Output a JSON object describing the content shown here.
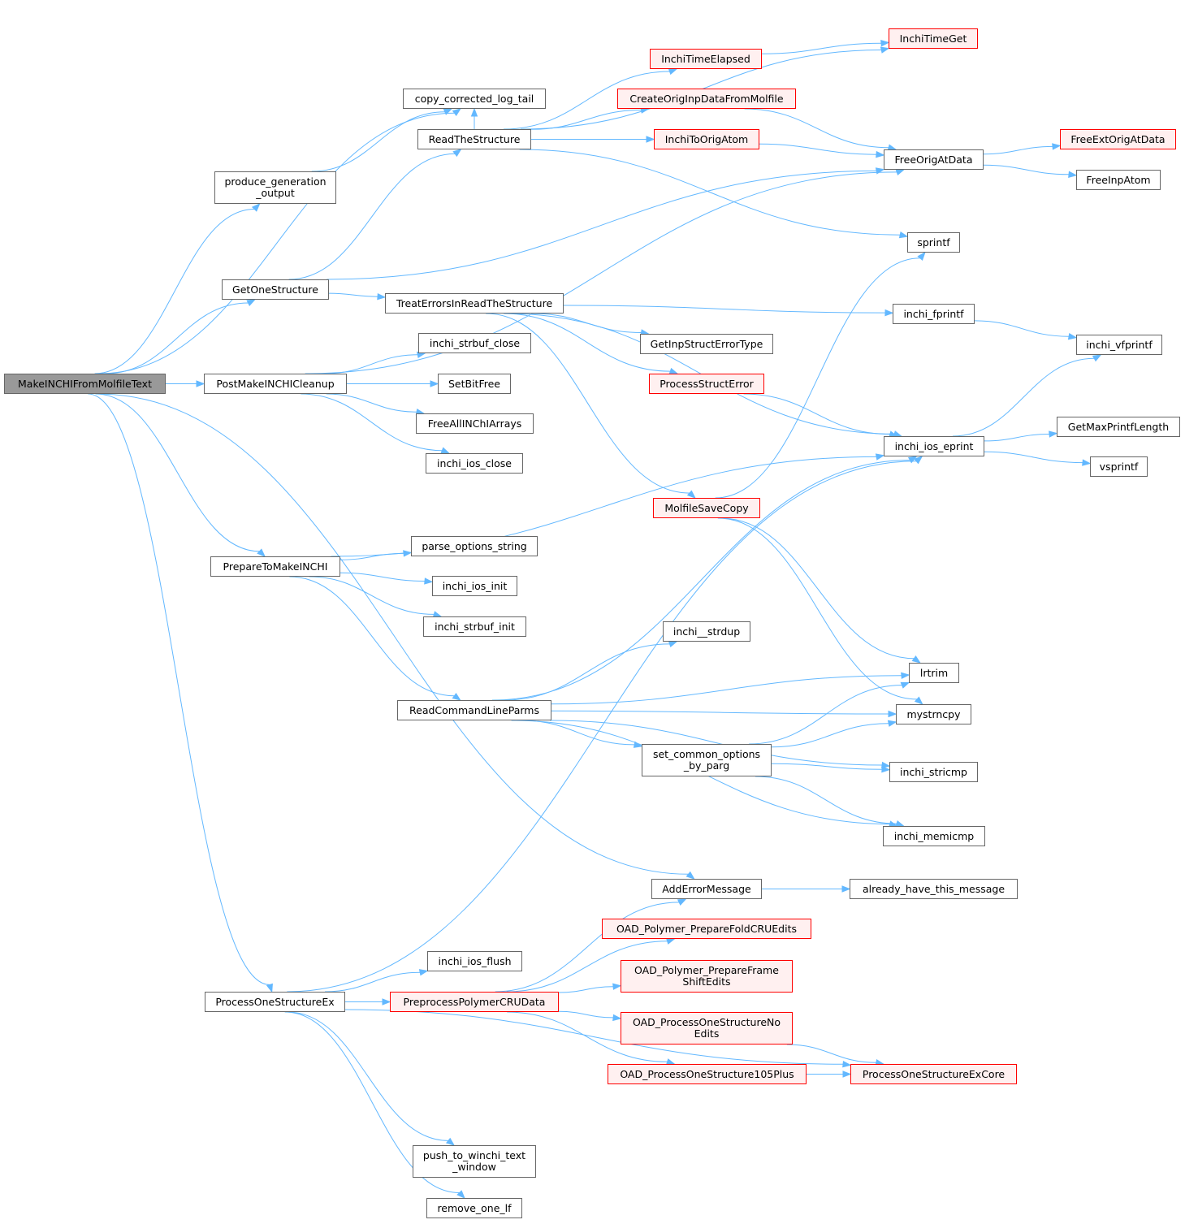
{
  "colors": {
    "edge": "#63b8ff",
    "node_border": "#666666",
    "root_fill": "#999999",
    "red_border": "#ff0000",
    "red_fill": "#fff0f0"
  },
  "nodes": {
    "MakeINCHIFromMolfileText": "MakeINCHIFromMolfileText",
    "copy_corrected_log_tail": "copy_corrected_log_tail",
    "produce_generation_output": "produce_generation\n_output",
    "GetOneStructure": "GetOneStructure",
    "PostMakeINCHICleanup": "PostMakeINCHICleanup",
    "PrepareToMakeINCHI": "PrepareToMakeINCHI",
    "AddErrorMessage": "AddErrorMessage",
    "ProcessOneStructureEx": "ProcessOneStructureEx",
    "ReadTheStructure": "ReadTheStructure",
    "TreatErrorsInReadTheStructure": "TreatErrorsInReadTheStructure",
    "inchi_strbuf_close": "inchi_strbuf_close",
    "SetBitFree": "SetBitFree",
    "FreeAllINChIArrays": "FreeAllINChIArrays",
    "inchi_ios_close": "inchi_ios_close",
    "parse_options_string": "parse_options_string",
    "inchi_ios_init": "inchi_ios_init",
    "inchi_strbuf_init": "inchi_strbuf_init",
    "ReadCommandLineParms": "ReadCommandLineParms",
    "inchi_ios_flush": "inchi_ios_flush",
    "PreprocessPolymerCRUData": "PreprocessPolymerCRUData",
    "push_to_winchi_text_window": "push_to_winchi_text\n_window",
    "remove_one_lf": "remove_one_lf",
    "InchiTimeElapsed": "InchiTimeElapsed",
    "CreateOrigInpDataFromMolfile": "CreateOrigInpDataFromMolfile",
    "InchiToOrigAtom": "InchiToOrigAtom",
    "GetInpStructErrorType": "GetInpStructErrorType",
    "ProcessStructError": "ProcessStructError",
    "MolfileSaveCopy": "MolfileSaveCopy",
    "inchi__strdup": "inchi__strdup",
    "set_common_options_by_parg": "set_common_options\n_by_parg",
    "OAD_Polymer_PrepareFoldCRUEdits": "OAD_Polymer_PrepareFoldCRUEdits",
    "OAD_Polymer_PrepareFrameShiftEdits": "OAD_Polymer_PrepareFrame\nShiftEdits",
    "OAD_ProcessOneStructureNoEdits": "OAD_ProcessOneStructureNo\nEdits",
    "OAD_ProcessOneStructure105Plus": "OAD_ProcessOneStructure105Plus",
    "InchiTimeGet": "InchiTimeGet",
    "FreeOrigAtData": "FreeOrigAtData",
    "sprintf": "sprintf",
    "inchi_fprintf": "inchi_fprintf",
    "inchi_ios_eprint": "inchi_ios_eprint",
    "lrtrim": "lrtrim",
    "mystrncpy": "mystrncpy",
    "inchi_stricmp": "inchi_stricmp",
    "inchi_memicmp": "inchi_memicmp",
    "already_have_this_message": "already_have_this_message",
    "ProcessOneStructureExCore": "ProcessOneStructureExCore",
    "FreeExtOrigAtData": "FreeExtOrigAtData",
    "FreeInpAtom": "FreeInpAtom",
    "inchi_vfprintf": "inchi_vfprintf",
    "GetMaxPrintfLength": "GetMaxPrintfLength",
    "vsprintf": "vsprintf"
  },
  "edges": [
    [
      "MakeINCHIFromMolfileText",
      "copy_corrected_log_tail"
    ],
    [
      "MakeINCHIFromMolfileText",
      "produce_generation_output"
    ],
    [
      "MakeINCHIFromMolfileText",
      "GetOneStructure"
    ],
    [
      "MakeINCHIFromMolfileText",
      "PostMakeINCHICleanup"
    ],
    [
      "MakeINCHIFromMolfileText",
      "PrepareToMakeINCHI"
    ],
    [
      "MakeINCHIFromMolfileText",
      "AddErrorMessage"
    ],
    [
      "MakeINCHIFromMolfileText",
      "ProcessOneStructureEx"
    ],
    [
      "produce_generation_output",
      "copy_corrected_log_tail"
    ],
    [
      "GetOneStructure",
      "ReadTheStructure"
    ],
    [
      "GetOneStructure",
      "FreeOrigAtData"
    ],
    [
      "GetOneStructure",
      "TreatErrorsInReadTheStructure"
    ],
    [
      "PostMakeINCHICleanup",
      "FreeOrigAtData"
    ],
    [
      "PostMakeINCHICleanup",
      "inchi_strbuf_close"
    ],
    [
      "PostMakeINCHICleanup",
      "SetBitFree"
    ],
    [
      "PostMakeINCHICleanup",
      "FreeAllINChIArrays"
    ],
    [
      "PostMakeINCHICleanup",
      "inchi_ios_close"
    ],
    [
      "PrepareToMakeINCHI",
      "inchi_ios_eprint"
    ],
    [
      "PrepareToMakeINCHI",
      "parse_options_string"
    ],
    [
      "PrepareToMakeINCHI",
      "inchi_ios_init"
    ],
    [
      "PrepareToMakeINCHI",
      "inchi_strbuf_init"
    ],
    [
      "PrepareToMakeINCHI",
      "ReadCommandLineParms"
    ],
    [
      "ProcessOneStructureEx",
      "inchi_ios_eprint"
    ],
    [
      "ProcessOneStructureEx",
      "inchi_ios_flush"
    ],
    [
      "ProcessOneStructureEx",
      "PreprocessPolymerCRUData"
    ],
    [
      "ProcessOneStructureEx",
      "ProcessOneStructureExCore"
    ],
    [
      "ProcessOneStructureEx",
      "push_to_winchi_text_window"
    ],
    [
      "ProcessOneStructureEx",
      "remove_one_lf"
    ],
    [
      "ReadTheStructure",
      "copy_corrected_log_tail"
    ],
    [
      "ReadTheStructure",
      "InchiTimeGet"
    ],
    [
      "ReadTheStructure",
      "InchiTimeElapsed"
    ],
    [
      "ReadTheStructure",
      "CreateOrigInpDataFromMolfile"
    ],
    [
      "ReadTheStructure",
      "InchiToOrigAtom"
    ],
    [
      "ReadTheStructure",
      "sprintf"
    ],
    [
      "TreatErrorsInReadTheStructure",
      "inchi_fprintf"
    ],
    [
      "TreatErrorsInReadTheStructure",
      "GetInpStructErrorType"
    ],
    [
      "TreatErrorsInReadTheStructure",
      "ProcessStructError"
    ],
    [
      "TreatErrorsInReadTheStructure",
      "inchi_ios_eprint"
    ],
    [
      "TreatErrorsInReadTheStructure",
      "MolfileSaveCopy"
    ],
    [
      "ReadCommandLineParms",
      "inchi_ios_eprint"
    ],
    [
      "ReadCommandLineParms",
      "inchi__strdup"
    ],
    [
      "ReadCommandLineParms",
      "lrtrim"
    ],
    [
      "ReadCommandLineParms",
      "mystrncpy"
    ],
    [
      "ReadCommandLineParms",
      "set_common_options_by_parg"
    ],
    [
      "ReadCommandLineParms",
      "inchi_stricmp"
    ],
    [
      "ReadCommandLineParms",
      "inchi_memicmp"
    ],
    [
      "PreprocessPolymerCRUData",
      "AddErrorMessage"
    ],
    [
      "PreprocessPolymerCRUData",
      "OAD_Polymer_PrepareFoldCRUEdits"
    ],
    [
      "PreprocessPolymerCRUData",
      "OAD_Polymer_PrepareFrameShiftEdits"
    ],
    [
      "PreprocessPolymerCRUData",
      "OAD_ProcessOneStructureNoEdits"
    ],
    [
      "PreprocessPolymerCRUData",
      "OAD_ProcessOneStructure105Plus"
    ],
    [
      "InchiTimeElapsed",
      "InchiTimeGet"
    ],
    [
      "CreateOrigInpDataFromMolfile",
      "FreeOrigAtData"
    ],
    [
      "InchiToOrigAtom",
      "FreeOrigAtData"
    ],
    [
      "ProcessStructError",
      "inchi_ios_eprint"
    ],
    [
      "MolfileSaveCopy",
      "sprintf"
    ],
    [
      "MolfileSaveCopy",
      "lrtrim"
    ],
    [
      "MolfileSaveCopy",
      "mystrncpy"
    ],
    [
      "set_common_options_by_parg",
      "lrtrim"
    ],
    [
      "set_common_options_by_parg",
      "mystrncpy"
    ],
    [
      "set_common_options_by_parg",
      "inchi_stricmp"
    ],
    [
      "set_common_options_by_parg",
      "inchi_memicmp"
    ],
    [
      "OAD_ProcessOneStructureNoEdits",
      "ProcessOneStructureExCore"
    ],
    [
      "OAD_ProcessOneStructure105Plus",
      "ProcessOneStructureExCore"
    ],
    [
      "AddErrorMessage",
      "already_have_this_message"
    ],
    [
      "FreeOrigAtData",
      "FreeExtOrigAtData"
    ],
    [
      "FreeOrigAtData",
      "FreeInpAtom"
    ],
    [
      "inchi_fprintf",
      "inchi_vfprintf"
    ],
    [
      "inchi_ios_eprint",
      "inchi_vfprintf"
    ],
    [
      "inchi_ios_eprint",
      "GetMaxPrintfLength"
    ],
    [
      "inchi_ios_eprint",
      "vsprintf"
    ]
  ]
}
